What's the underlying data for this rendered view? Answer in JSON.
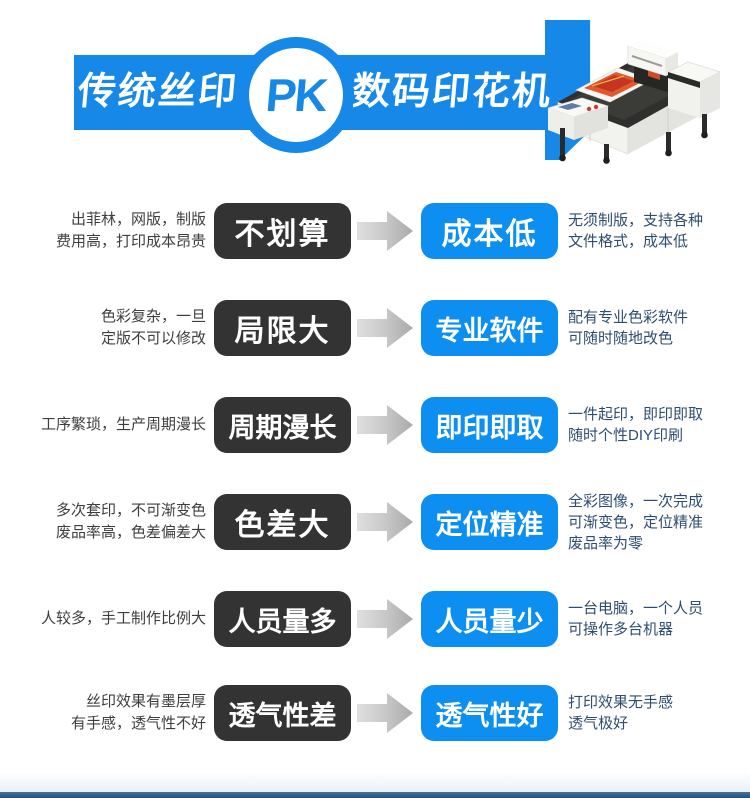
{
  "header": {
    "left_title": "传统丝印",
    "vs_badge": "PK",
    "right_title": "数码印花机"
  },
  "comparison_rows": [
    {
      "traditional_desc_lines": [
        "出菲林，网版，制版",
        "费用高，打印成本昂贵"
      ],
      "con_label": "不划算",
      "pro_label": "成本低",
      "digital_desc_lines": [
        "无须制版，支持各种",
        "文件格式，成本低"
      ]
    },
    {
      "traditional_desc_lines": [
        "色彩复杂，一旦",
        "定版不可以修改"
      ],
      "con_label": "局限大",
      "pro_label": "专业软件",
      "digital_desc_lines": [
        "配有专业色彩软件",
        "可随时随地改色"
      ]
    },
    {
      "traditional_desc_lines": [
        "工序繁琐，生产周期漫长"
      ],
      "con_label": "周期漫长",
      "pro_label": "即印即取",
      "digital_desc_lines": [
        "一件起印，即印即取",
        "随时个性DIY印刷"
      ]
    },
    {
      "traditional_desc_lines": [
        "多次套印，不可渐变色",
        "废品率高，色差偏差大"
      ],
      "con_label": "色差大",
      "pro_label": "定位精准",
      "digital_desc_lines": [
        "全彩图像，一次完成",
        "可渐变色，定位精准",
        "废品率为零"
      ]
    },
    {
      "traditional_desc_lines": [
        "人较多，手工制作比例大"
      ],
      "con_label": "人员量多",
      "pro_label": "人员量少",
      "digital_desc_lines": [
        "一台电脑，一个人员",
        "可操作多台机器"
      ]
    },
    {
      "traditional_desc_lines": [
        "丝印效果有墨层厚",
        "有手感，透气性不好"
      ],
      "con_label": "透气性差",
      "pro_label": "透气性好",
      "digital_desc_lines": [
        "打印效果无手感",
        "透气极好"
      ]
    }
  ],
  "icons": {
    "arrow": "arrow-right-icon",
    "printer": "flatbed-printer-photo"
  },
  "colors": {
    "banner_blue": "#1688e8",
    "pro_button_blue": "#0d8ff2",
    "con_button_dark": "#333333",
    "traditional_text": "#3e3e3e",
    "digital_text": "#2e4e71",
    "arrow_gray": "#ababab",
    "footer_bar_blue": "#2b5d8d"
  }
}
